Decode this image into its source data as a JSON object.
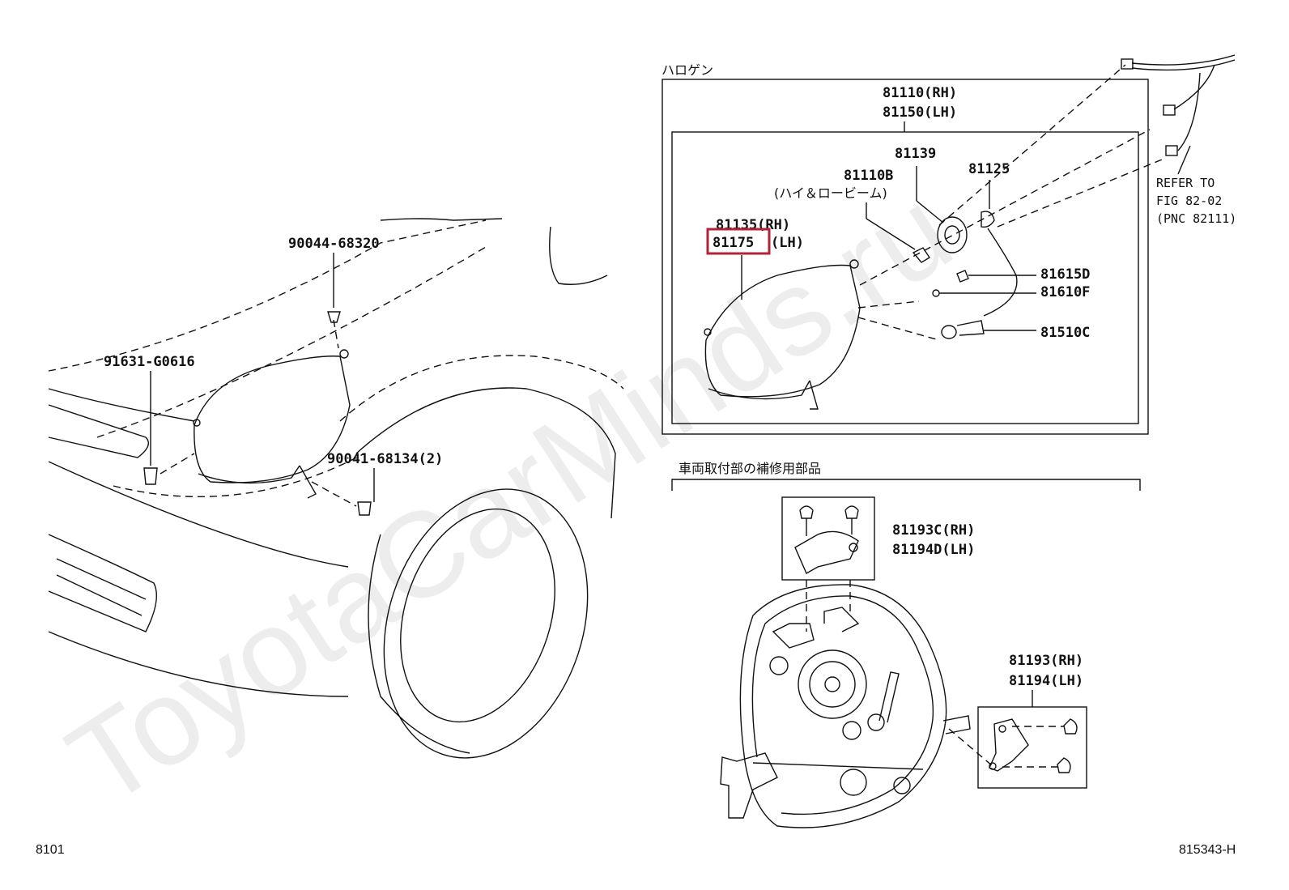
{
  "watermark": "ToyotaCarMinds.ru",
  "footer": {
    "left": "8101",
    "right": "815343-H"
  },
  "halogen_box_title": "ハロゲン",
  "repair_box_title": "車両取付部の補修用部品",
  "labels": {
    "p90044": "90044-68320",
    "p91631": "91631-G0616",
    "p90041": "90041-68134(2)",
    "p81110_rh": "81110(RH)",
    "p81150_lh": "81150(LH)",
    "p81139": "81139",
    "p81125": "81125",
    "p81110b": "81110B",
    "p81110b_note": "(ハイ＆ロービーム)",
    "p81135_rh": "81135(RH)",
    "p81175": "81175",
    "p81175_suffix": "(LH)",
    "p81615d": "81615D",
    "p81610f": "81610F",
    "p81510c": "81510C",
    "refer1": "REFER TO",
    "refer2": "FIG 82-02",
    "refer3": "(PNC 82111)",
    "p81193c": "81193C(RH)",
    "p81194d": "81194D(LH)",
    "p81193_rh": "81193(RH)",
    "p81194_lh": "81194(LH)"
  },
  "colors": {
    "highlight": "#b0243a",
    "ink": "#111111"
  }
}
